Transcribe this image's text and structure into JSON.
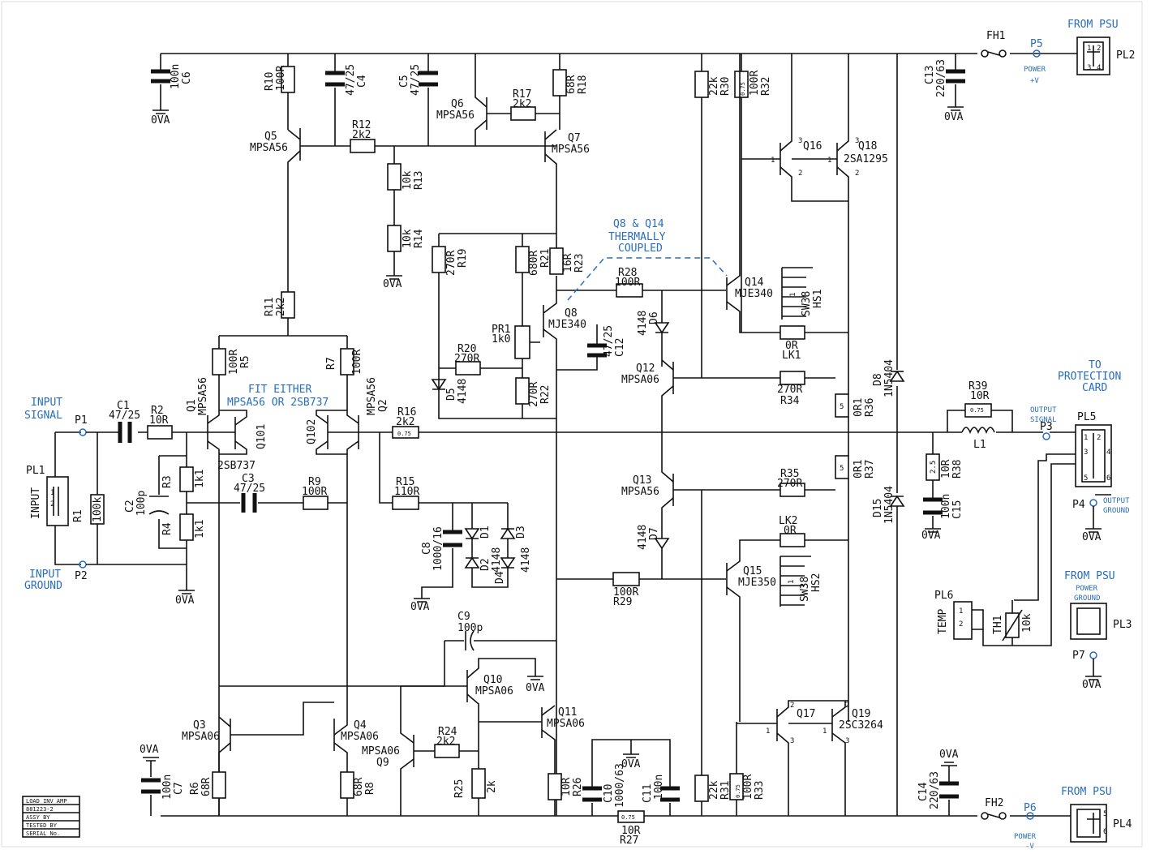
{
  "labels": {
    "fh1": "FH1",
    "fh2": "FH2",
    "p5": "P5",
    "p5_desc1": "POWER",
    "p5_desc2": "+V",
    "p6": "P6",
    "p6_desc1": "POWER",
    "p6_desc2": "-V",
    "from_psu_top": "FROM PSU",
    "pl2": "PL2",
    "from_psu_mid": "FROM PSU",
    "power_ground1": "POWER",
    "power_ground2": "GROUND",
    "pl3": "PL3",
    "p7": "P7",
    "from_psu_bottom": "FROM PSU",
    "pl4": "PL4",
    "to_protection1": "TO",
    "to_protection2": "PROTECTION",
    "to_protection3": "CARD",
    "pl5": "PL5",
    "p3": "P3",
    "output_signal1": "OUTPUT",
    "output_signal2": "SIGNAL",
    "p4": "P4",
    "output_ground1": "OUTPUT",
    "output_ground2": "GROUND",
    "input_signal1": "INPUT",
    "input_signal2": "SIGNAL",
    "p1": "P1",
    "input_ground1": "INPUT",
    "input_ground2": "GROUND",
    "p2": "P2",
    "pl1": "PL1",
    "input": "INPUT",
    "thermal1": "Q8 & Q14",
    "thermal2": "THERMALLY",
    "thermal3": "COUPLED",
    "fit_either1": "FIT EITHER",
    "fit_either2": "MPSA56 OR 2SB737",
    "pl6": "PL6",
    "temp": "TEMP",
    "th1": "TH1",
    "th1_val": "10k",
    "l1": "L1",
    "lk1": "LK1",
    "lk1_val": "0R",
    "lk2": "LK2",
    "lk2_val": "0R",
    "hs1": "HS1",
    "hs2": "HS2",
    "sw38": "SW38",
    "ova": "0VA",
    "pin1": "1",
    "pin2": "2",
    "pin3": "3",
    "pin4": "4",
    "pin5": "5",
    "pin6": "6"
  },
  "components": {
    "c6": [
      "C6",
      "100n"
    ],
    "c4": [
      "C4",
      "47/25"
    ],
    "c5": [
      "C5",
      "47/25"
    ],
    "c13": [
      "C13",
      "220/63"
    ],
    "c1": [
      "C1",
      "47/25"
    ],
    "c2": [
      "C2",
      "100p"
    ],
    "c3": [
      "C3",
      "47/25"
    ],
    "c8": [
      "C8",
      "1000/16"
    ],
    "c9": [
      "C9",
      "100p"
    ],
    "c7": [
      "C7",
      "100n"
    ],
    "c10": [
      "C10",
      "1000/63"
    ],
    "c11": [
      "C11",
      "100n"
    ],
    "c12": [
      "C12",
      "47/25"
    ],
    "c14": [
      "C14",
      "220/63"
    ],
    "c15": [
      "C15",
      "100n"
    ],
    "r10": [
      "R10",
      "100R"
    ],
    "r12": [
      "R12",
      "2k2"
    ],
    "r13": [
      "R13",
      "10k"
    ],
    "r14": [
      "R14",
      "10k"
    ],
    "r17": [
      "R17",
      "2k2"
    ],
    "r18": [
      "R18",
      "68R"
    ],
    "r30": [
      "R30",
      "22k"
    ],
    "r32": [
      "R32",
      "100R"
    ],
    "r11": [
      "R11",
      "2k2"
    ],
    "r5": [
      "R5",
      "100R"
    ],
    "r7": [
      "R7",
      "100R"
    ],
    "r2": [
      "R2",
      "10R"
    ],
    "r1": [
      "R1",
      "100k"
    ],
    "r3": [
      "R3",
      "1k1"
    ],
    "r4": [
      "R4",
      "1k1"
    ],
    "r9": [
      "R9",
      "100R"
    ],
    "r15": [
      "R15",
      "110R"
    ],
    "r16": [
      "R16",
      "2k2"
    ],
    "r19": [
      "R19",
      "270R"
    ],
    "r21": [
      "R21",
      "680R"
    ],
    "r23": [
      "R23",
      "16R"
    ],
    "r20": [
      "R20",
      "270R"
    ],
    "r22": [
      "R22",
      "270R"
    ],
    "r28": [
      "R28",
      "100R"
    ],
    "r34": [
      "R34",
      "270R"
    ],
    "r36": [
      "R36",
      "0R1"
    ],
    "r37": [
      "R37",
      "0R1"
    ],
    "r35": [
      "R35",
      "270R"
    ],
    "r39": [
      "R39",
      "10R"
    ],
    "r38": [
      "R38",
      "10R"
    ],
    "r29": [
      "R29",
      "100R"
    ],
    "r24": [
      "R24",
      "2k2"
    ],
    "r6": [
      "R6",
      "68R"
    ],
    "r8": [
      "R8",
      "68R"
    ],
    "r25": [
      "R25",
      "2k"
    ],
    "r26": [
      "R26",
      "10R"
    ],
    "r31": [
      "R31",
      "22k"
    ],
    "r33": [
      "R33",
      "100R"
    ],
    "r27": [
      "R27",
      "10R"
    ],
    "pr1": [
      "PR1",
      "1k0"
    ],
    "q5": [
      "Q5",
      "MPSA56"
    ],
    "q6": [
      "Q6",
      "MPSA56"
    ],
    "q7": [
      "Q7",
      "MPSA56"
    ],
    "q16": [
      "Q16",
      ""
    ],
    "q18": [
      "Q18",
      "2SA1295"
    ],
    "q14": [
      "Q14",
      "MJE340"
    ],
    "q8": [
      "Q8",
      "MJE340"
    ],
    "q12": [
      "Q12",
      "MPSA06"
    ],
    "q1": [
      "Q1",
      "MPSA56"
    ],
    "q101": [
      "Q101",
      "2SB737"
    ],
    "q102": [
      "Q102",
      ""
    ],
    "q2": [
      "Q2",
      "MPSA56"
    ],
    "q13": [
      "Q13",
      "MPSA56"
    ],
    "q15": [
      "Q15",
      "MJE350"
    ],
    "q10": [
      "Q10",
      "MPSA06"
    ],
    "q11": [
      "Q11",
      "MPSA06"
    ],
    "q3": [
      "Q3",
      "MPSA06"
    ],
    "q4": [
      "Q4",
      "MPSA06"
    ],
    "q9": [
      "Q9",
      "MPSA06"
    ],
    "q17": [
      "Q17",
      ""
    ],
    "q19": [
      "Q19",
      "2SC3264"
    ],
    "d1": [
      "D1",
      "4148"
    ],
    "d2": [
      "D2",
      "4148"
    ],
    "d3": [
      "D3",
      "4148"
    ],
    "d4": [
      "D4",
      "4148"
    ],
    "d5": [
      "D5",
      "4148"
    ],
    "d6": [
      "D6",
      "4148"
    ],
    "d7": [
      "D7",
      "4148"
    ],
    "d8": [
      "D8",
      "1N5404"
    ],
    "d15": [
      "D15",
      "1N5404"
    ]
  },
  "title_block": {
    "line1": "LOAD INV AMP",
    "line2": "881223-2",
    "line3": "ASSY BY",
    "line4": "TESTED BY",
    "line5": "SERIAL No."
  },
  "rating": "0.75",
  "rating_r38": "2.5",
  "rating_r36": "5",
  "colors": {
    "ink": "#111111",
    "annotation": "#2a6db8"
  }
}
